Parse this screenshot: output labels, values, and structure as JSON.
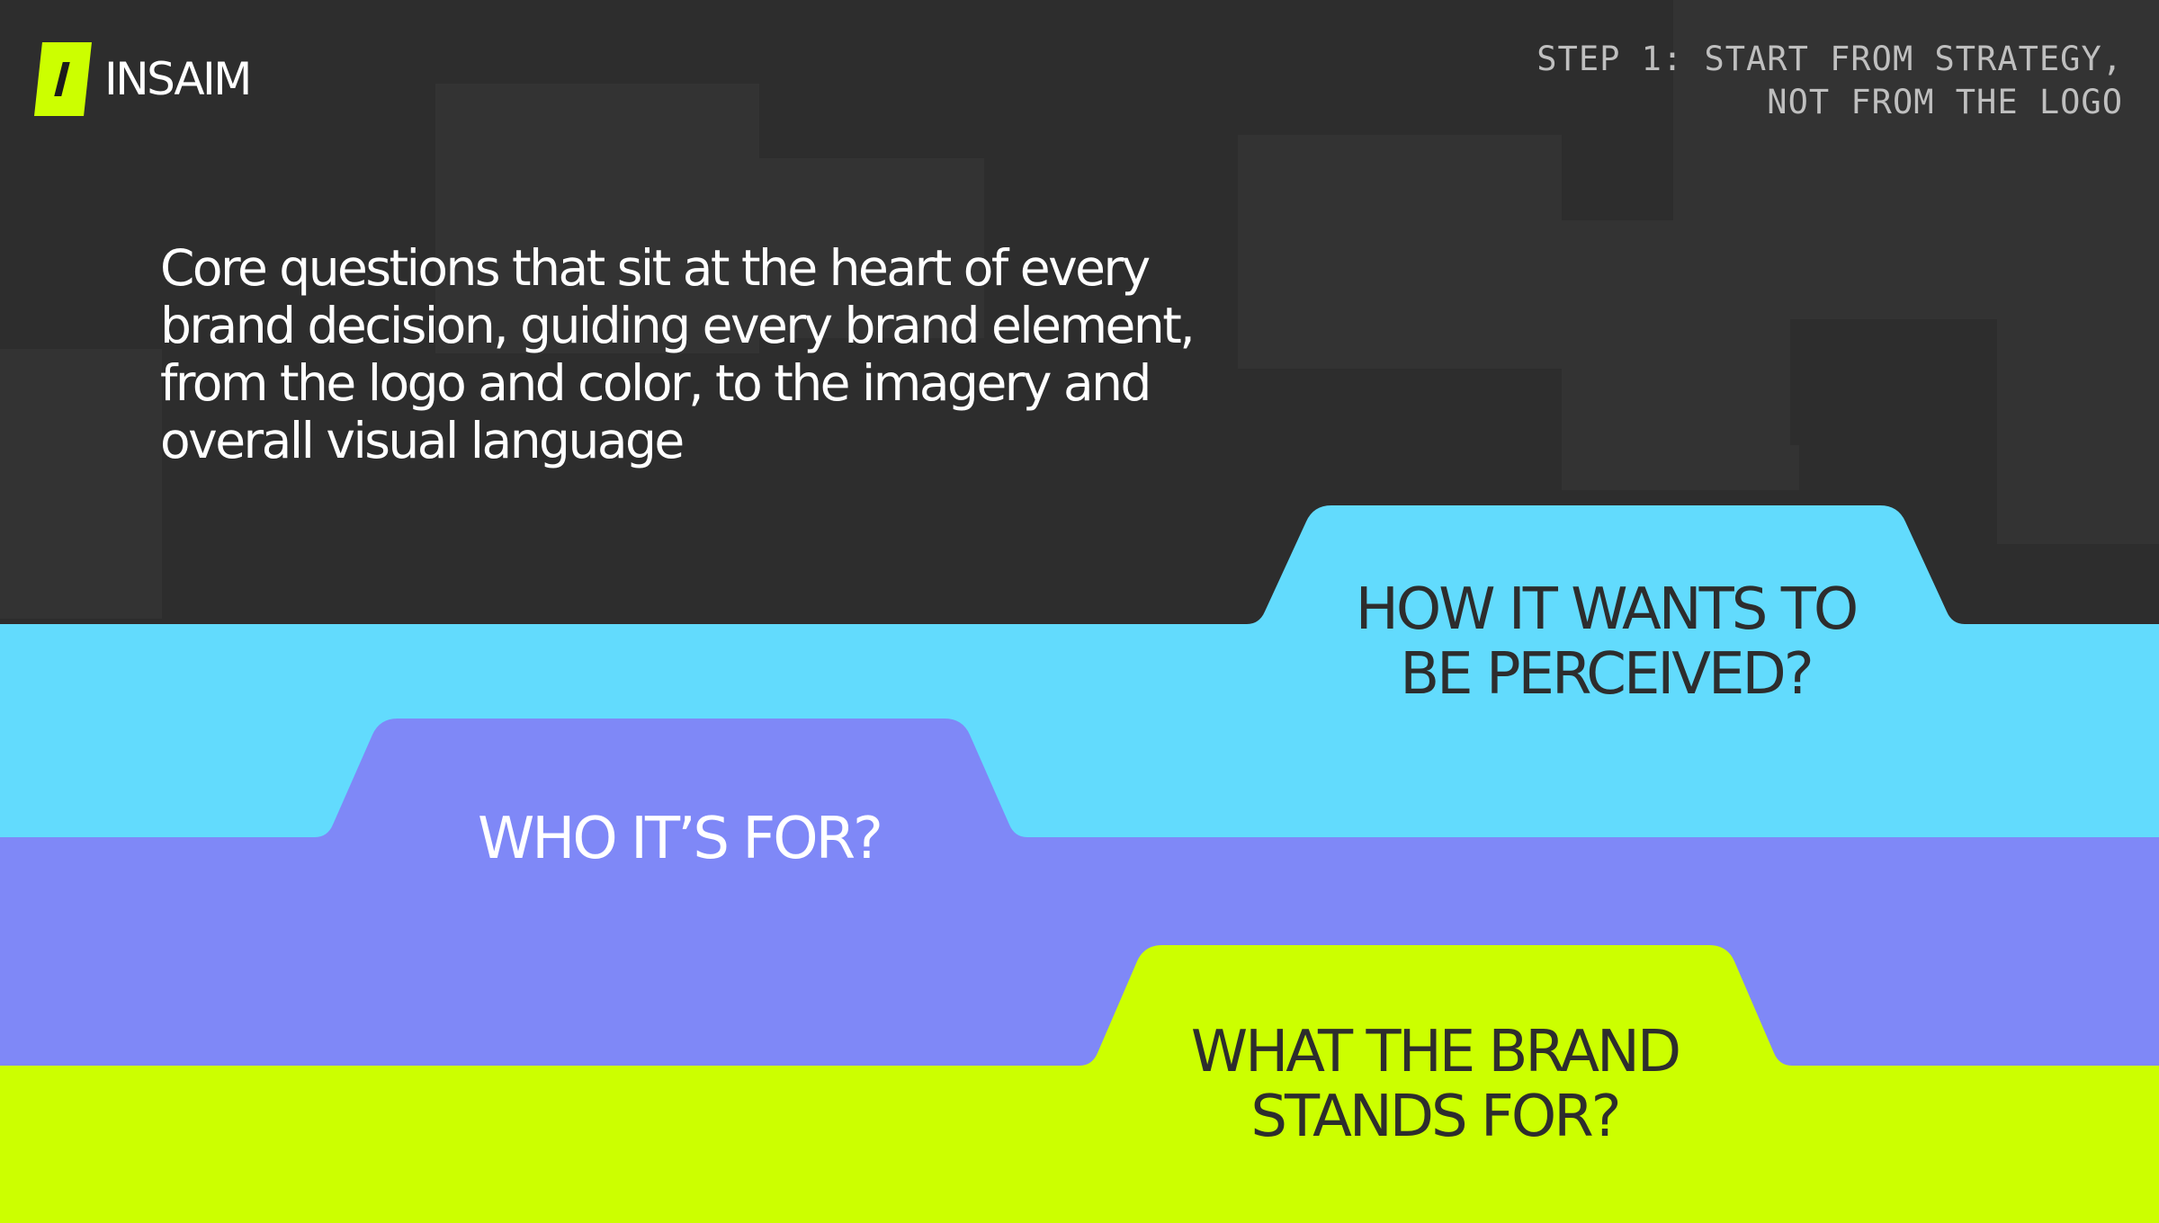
{
  "brand": {
    "name": "INSAIM",
    "accent_color": "#ccff00"
  },
  "step": {
    "line1": "STEP 1: START FROM STRATEGY,",
    "line2": "NOT FROM THE LOGO"
  },
  "intro": {
    "text": "Core questions that  sit at the heart of every brand decision, guiding every brand element, from the logo and color, to the imagery and overall visual language"
  },
  "questions": [
    {
      "label": "HOW IT WANTS TO BE PERCEIVED?",
      "color": "#62dbfd",
      "text_color": "#2d2d2d"
    },
    {
      "label": "WHO IT’S FOR?",
      "color": "#7f88f7",
      "text_color": "#ffffff"
    },
    {
      "label": "WHAT THE BRAND STANDS FOR?",
      "color": "#ccff00",
      "text_color": "#2d2d2d"
    }
  ],
  "colors": {
    "background": "#2d2d2d",
    "cyan": "#62dbfd",
    "violet": "#7f88f7",
    "lime": "#ccff00"
  }
}
